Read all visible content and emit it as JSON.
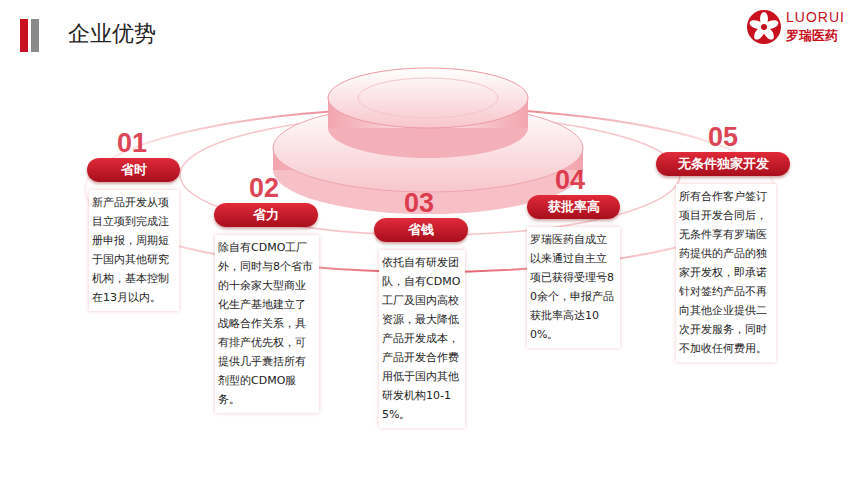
{
  "diagram": {
    "title": "企业优势",
    "nodes": [
      {
        "text": [
          "01",
          "省时",
          "新产品开发从项目立项到完成注册申报，周期短于国内其他研究机构，基本控制在13月以内。"
        ]
      },
      {
        "text": [
          "02",
          "省力",
          "除自有CDMO工厂外，同时与8个省市的十余家大型商业化生产基地建立了战略合作关系，具有排产优先权，可提供几乎囊括所有剂型的CDMO服务。"
        ]
      },
      {
        "text": [
          "03",
          "省钱",
          "依托自有研发团队，自有CDMO工厂及国内高校资源，最大降低产品开发成本，产品开发合作费用低于国内其他研发机构10-15%。"
        ]
      },
      {
        "text": [
          "04",
          "获批率高",
          "罗瑞医药自成立以来通过自主立项已获得受理号80余个，申报产品获批率高达100%。"
        ]
      },
      {
        "text": [
          "05",
          "无条件独家开发",
          "所有合作客户签订项目开发合同后，无条件享有罗瑞医药提供的产品的独家开发权，即承诺针对签约产品不再向其他企业提供二次开发服务，同时不加收任何费用。"
        ]
      }
    ],
    "labels": [
      "LUORUI",
      "罗瑞医药"
    ]
  }
}
